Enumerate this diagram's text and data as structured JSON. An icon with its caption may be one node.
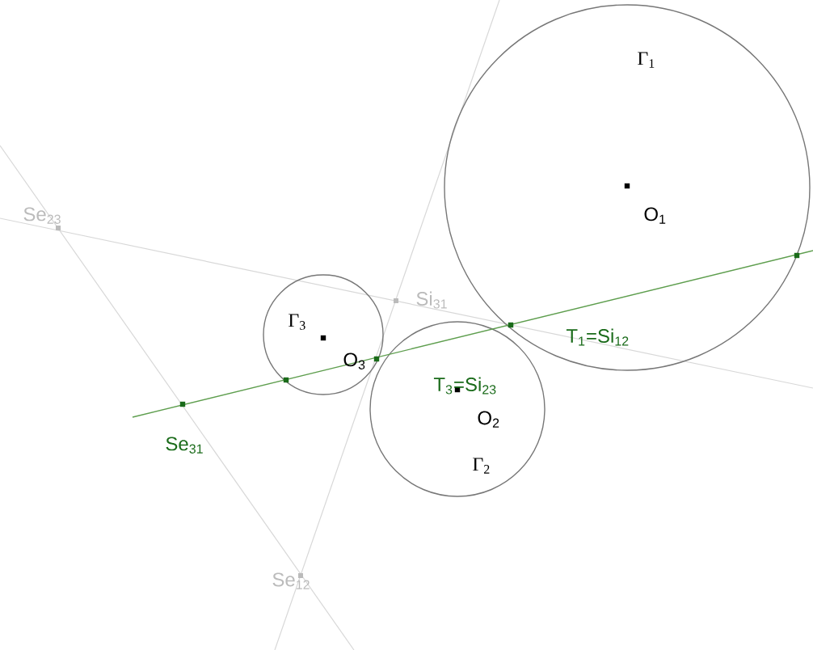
{
  "diagram": {
    "labels": [
      "Γ$_{1}$",
      "O$_{1}$",
      "Se$_{23}$",
      "Si$_{31}$",
      "Γ$_{3}$",
      "T$_{1}$=Si$_{12}$",
      "O$_{3}$",
      "T$_{3}$=Si$_{23}$",
      "O$_{2}$",
      "Se$_{31}$",
      "Γ$_{2}$",
      "Se$_{12}$"
    ]
  }
}
